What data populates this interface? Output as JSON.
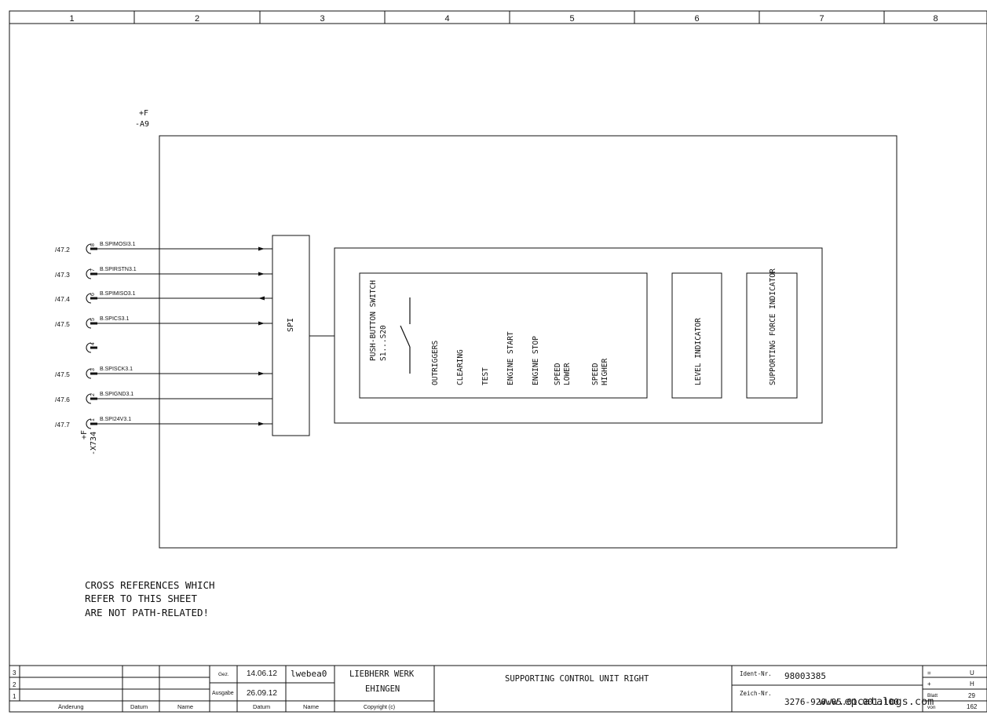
{
  "columns": [
    "1",
    "2",
    "3",
    "4",
    "5",
    "6",
    "7",
    "8"
  ],
  "device": {
    "loc": "+F",
    "tag": "-A9"
  },
  "connector": {
    "loc": "+F",
    "tag": "-X734"
  },
  "signals": [
    {
      "pin": "8",
      "ref": "/47.2",
      "name": "B.SPIMOSI3.1",
      "dir": "in"
    },
    {
      "pin": "7",
      "ref": "/47.3",
      "name": "B.SPIRSTN3.1",
      "dir": "in"
    },
    {
      "pin": "6",
      "ref": "/47.4",
      "name": "B.SPIMISO3.1",
      "dir": "out"
    },
    {
      "pin": "5",
      "ref": "/47.5",
      "name": "B.SPICS3.1",
      "dir": "in"
    },
    {
      "pin": "4",
      "ref": "",
      "name": "",
      "dir": "none"
    },
    {
      "pin": "3",
      "ref": "/47.5",
      "name": "B.SPISCK3.1",
      "dir": "in"
    },
    {
      "pin": "2",
      "ref": "/47.6",
      "name": "B.SPIGND3.1",
      "dir": "none"
    },
    {
      "pin": "1",
      "ref": "/47.7",
      "name": "B.SPI24V3.1",
      "dir": "in"
    }
  ],
  "spi_label": "SPI",
  "pushbutton": {
    "title": "PUSH-BUTTON SWITCH",
    "range": "S1...S20"
  },
  "functions": [
    "OUTRIGGERS",
    "CLEARING",
    "TEST",
    "ENGINE START",
    "ENGINE STOP",
    [
      "SPEED",
      "LOWER"
    ],
    [
      "SPEED",
      "HIGHER"
    ]
  ],
  "level_indicator": "LEVEL INDICATOR",
  "force_indicator": "SUPPORTING FORCE INDICATOR",
  "note": [
    "CROSS REFERENCES WHICH",
    "REFER TO THIS SHEET",
    "ARE NOT PATH-RELATED!"
  ],
  "title_block": {
    "rev_rows": [
      "3",
      "2",
      "1"
    ],
    "rev_headers": [
      "Änderung",
      "Datum",
      "Name"
    ],
    "gez_label": "Gez.",
    "gez_date": "14.06.12",
    "gez_name": "lwebea0",
    "ausgabe_label": "Ausgabe",
    "ausgabe_date": "26.09.12",
    "date_header": "Datum",
    "name_header": "Name",
    "company": [
      "LIEBHERR WERK",
      "EHINGEN"
    ],
    "copyright": "Copyright (c)",
    "title": "SUPPORTING CONTROL UNIT RIGHT",
    "ident_label": "Ident-Nr.",
    "ident_value": "98003385",
    "zeich_label": "Zeich-Nr.",
    "zeich_value": "3276-920.05.01.001.100",
    "watermark": "www.epcatalogs.com",
    "right": [
      {
        "k": "=",
        "v": "U"
      },
      {
        "k": "+",
        "v": "H"
      },
      {
        "k": "Blatt",
        "v": "29"
      },
      {
        "k": "von",
        "v": "162"
      }
    ]
  }
}
